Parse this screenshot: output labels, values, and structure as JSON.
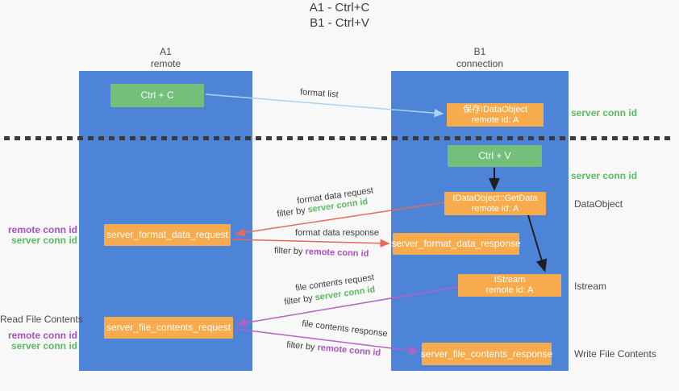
{
  "title": {
    "line1": "A1 - Ctrl+C",
    "line2": "B1 - Ctrl+V"
  },
  "columns": {
    "a1": {
      "name": "A1",
      "subtitle": "remote"
    },
    "b1": {
      "name": "B1",
      "subtitle": "connection"
    }
  },
  "boxes": {
    "ctrl_c": {
      "label": "Ctrl + C"
    },
    "save_idataobject": {
      "line1": "保存IDataObject",
      "line2": "remote id: A"
    },
    "ctrl_v": {
      "label": "Ctrl + V"
    },
    "idataobject_getdata": {
      "line1": "IDataObject::GetData",
      "line2": "remote id: A"
    },
    "server_format_data_request": {
      "label": "server_format_data_request"
    },
    "server_format_data_response": {
      "label": "server_format_data_response"
    },
    "istream": {
      "line1": "IStream",
      "line2": "remote id: A"
    },
    "server_file_contents_request": {
      "label": "server_file_contents_request"
    },
    "server_file_contents_response": {
      "label": "server_file_contents_response"
    }
  },
  "side_labels": {
    "right": {
      "server_conn_id_top": "server conn id",
      "server_conn_id_mid": "server conn id",
      "dataobject": "DataObject",
      "istream": "Istream",
      "write_file_contents": "Write File Contents"
    },
    "left": {
      "remote_conn_id_1": "remote conn id",
      "server_conn_id_1": "server conn id",
      "read_file_contents": "Read File Contents",
      "remote_conn_id_2": "remote conn id",
      "server_conn_id_2": "server conn id"
    }
  },
  "arrow_labels": {
    "format_list": "format list",
    "format_data_request": "format data request",
    "filter_by_1_prefix": "filter by ",
    "filter_by_1_id": "server conn id",
    "format_data_response": "format data response",
    "filter_by_2_prefix": "filter by ",
    "filter_by_2_id": "remote conn id",
    "file_contents_request": "file contents request",
    "filter_by_3_prefix": "filter by ",
    "filter_by_3_id": "server conn id",
    "file_contents_response": "file contents response",
    "filter_by_4_prefix": "filter by ",
    "filter_by_4_id": "remote conn id"
  },
  "colors": {
    "column_blue": "#4d84d8",
    "box_orange": "#f7ab4c",
    "box_green": "#74bf7a",
    "green_text": "#5db961",
    "purple_text": "#ab4fc4",
    "red_arrow": "#e8695a",
    "purple_arrow": "#b85fc9",
    "light_blue_arrow": "#a9d3f2",
    "black_arrow": "#1f1f1f"
  }
}
